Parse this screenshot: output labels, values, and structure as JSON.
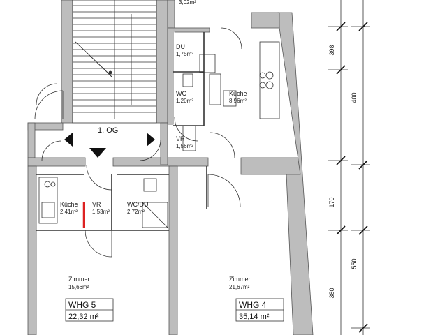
{
  "floor_label": "1. OG",
  "rooms": {
    "top_partial_area": "3,02m²",
    "du_top": {
      "name": "DU",
      "area": "1,75m²"
    },
    "wc_top": {
      "name": "WC",
      "area": "1,20m²"
    },
    "kueche_top": {
      "name": "Küche",
      "area": "8,96m²"
    },
    "vr_top": {
      "name": "VR",
      "area": "1,56m²"
    },
    "kueche_left": {
      "name": "Küche",
      "area": "2,41m²"
    },
    "vr_left": {
      "name": "VR",
      "area": "1,53m²"
    },
    "wcdu_left": {
      "name": "WC/DU",
      "area": "2,72m²"
    },
    "zimmer_left": {
      "name": "Zimmer",
      "area": "15,66m²"
    },
    "zimmer_right": {
      "name": "Zimmer",
      "area": "21,67m²"
    }
  },
  "units": [
    {
      "name": "WHG 5",
      "area": "22,32 m²"
    },
    {
      "name": "WHG 4",
      "area": "35,14 m²"
    }
  ],
  "dimensions": {
    "outer": [
      "398",
      "170",
      "550"
    ],
    "inner": [
      "400",
      "380"
    ]
  }
}
